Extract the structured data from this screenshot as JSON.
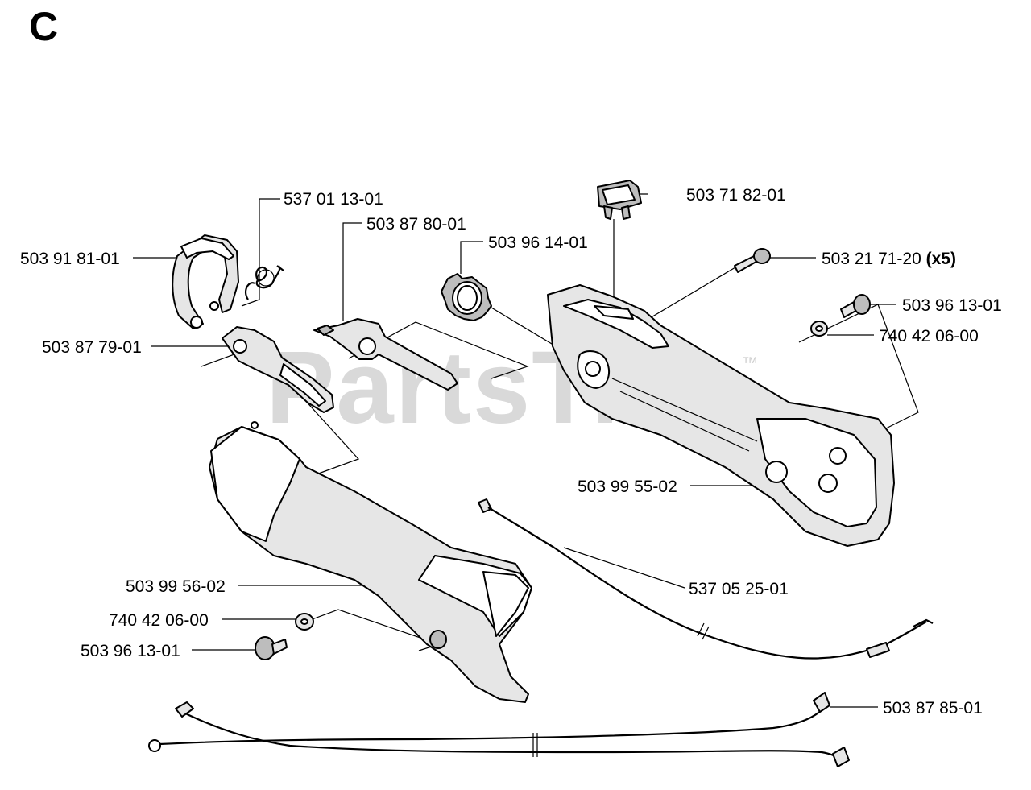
{
  "section_letter": "C",
  "watermark": {
    "text": "PartsTree",
    "trademark": "™"
  },
  "labels": {
    "p503918101": "503 91 81-01",
    "p537011301": "537 01 13-01",
    "p503878001": "503 87 80-01",
    "p503961401": "503 96 14-01",
    "p503718201": "503 71 82-01",
    "p503217120": "503 21 71-20",
    "p503217120_qty": "(x5)",
    "p503961301_right": "503 96 13-01",
    "p740420600_right": "740 42 06-00",
    "p503877901": "503 87 79-01",
    "p503995502": "503 99 55-02",
    "p537052501": "537 05 25-01",
    "p503995602": "503 99 56-02",
    "p740420600_left": "740 42 06-00",
    "p503961301_left": "503 96 13-01",
    "p503878501": "503 87 85-01"
  }
}
